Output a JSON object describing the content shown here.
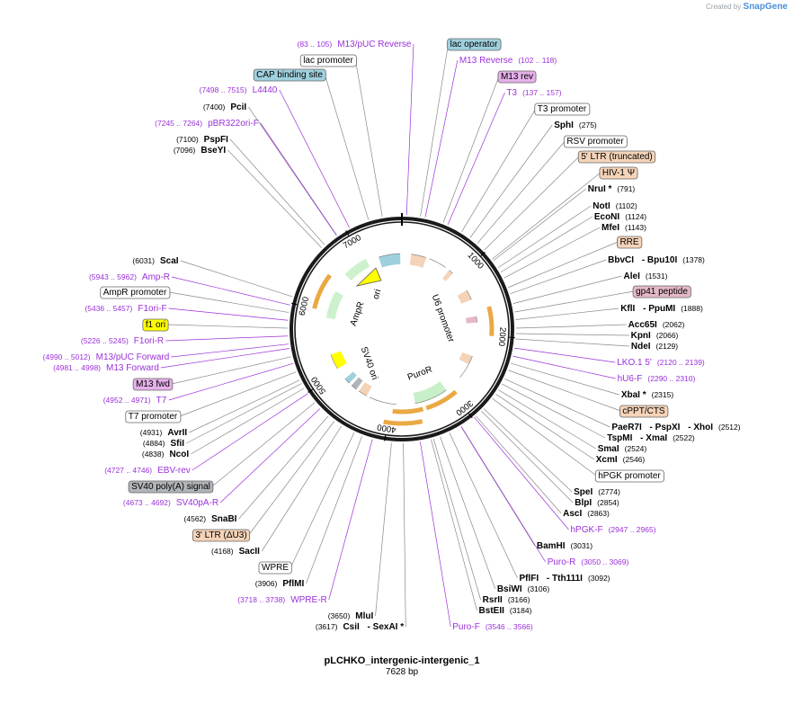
{
  "credit": {
    "prefix": "Created by",
    "brand": "SnapGene"
  },
  "plasmid": {
    "name": "pLCHKO_intergenic-intergenic_1",
    "length_label": "7628 bp",
    "length": 7628
  },
  "colors": {
    "enzyme": "#000000",
    "primer": "#9b30d9",
    "backbone": "#1a1a1a",
    "feature_orange": "#f4d3b8",
    "feature_blue": "#9fd0dd",
    "feature_yellow": "#ffff00",
    "feature_green": "#c8f0c8",
    "feature_gray": "#b0b4b8",
    "feature_pink": "#e4b8c8",
    "feature_lilac": "#e6b0ea",
    "promoter_fill": "#ffffff",
    "orf_arrow": "#e8a030"
  },
  "ring_ticks": [
    "1000",
    "2000",
    "3000",
    "4000",
    "5000",
    "6000",
    "7000"
  ],
  "inner_labels": [
    "U6 promoter",
    "PuroR",
    "SV40 ori",
    "AmpR",
    "ori"
  ],
  "labels": [
    {
      "parts": [
        {
          "t": "(83 .. 105)",
          "k": "rpr"
        },
        {
          "t": "M13/pUC Reverse",
          "k": "pr"
        }
      ]
    },
    {
      "parts": [
        {
          "t": "lac operator",
          "k": "box",
          "c": "feature_blue"
        }
      ]
    },
    {
      "parts": [
        {
          "t": "lac promoter",
          "k": "box",
          "c": "promoter_fill"
        }
      ]
    },
    {
      "parts": [
        {
          "t": "M13 Reverse",
          "k": "pr"
        },
        {
          "t": "(102 .. 118)",
          "k": "rpr"
        }
      ]
    },
    {
      "parts": [
        {
          "t": "CAP binding site",
          "k": "box",
          "c": "feature_blue"
        }
      ]
    },
    {
      "parts": [
        {
          "t": "M13 rev",
          "k": "box",
          "c": "feature_lilac"
        }
      ]
    },
    {
      "parts": [
        {
          "t": "(7498 .. 7515)",
          "k": "rpr"
        },
        {
          "t": "L4440",
          "k": "pr"
        }
      ]
    },
    {
      "parts": [
        {
          "t": "T3",
          "k": "pr"
        },
        {
          "t": "(137 .. 157)",
          "k": "rpr"
        }
      ]
    },
    {
      "parts": [
        {
          "t": "(7400)",
          "k": "pos"
        },
        {
          "t": "PciI",
          "k": "en"
        }
      ]
    },
    {
      "parts": [
        {
          "t": "T3 promoter",
          "k": "box",
          "c": "promoter_fill"
        }
      ]
    },
    {
      "parts": [
        {
          "t": "(7245 .. 7264)",
          "k": "rpr"
        },
        {
          "t": "pBR322ori-F",
          "k": "pr"
        }
      ]
    },
    {
      "parts": [
        {
          "t": "SphI",
          "k": "en"
        },
        {
          "t": "(275)",
          "k": "pos"
        }
      ]
    },
    {
      "parts": [
        {
          "t": "(7100)",
          "k": "pos"
        },
        {
          "t": "PspFI",
          "k": "en"
        }
      ]
    },
    {
      "parts": [
        {
          "t": "RSV promoter",
          "k": "box",
          "c": "promoter_fill"
        }
      ]
    },
    {
      "parts": [
        {
          "t": "(7096)",
          "k": "pos"
        },
        {
          "t": "BseYI",
          "k": "en"
        }
      ]
    },
    {
      "parts": [
        {
          "t": "5' LTR (truncated)",
          "k": "box",
          "c": "feature_orange"
        }
      ]
    },
    {
      "parts": [
        {
          "t": "HIV-1 Ψ",
          "k": "box",
          "c": "feature_orange"
        }
      ]
    },
    {
      "parts": [
        {
          "t": "NruI *",
          "k": "en"
        },
        {
          "t": "(791)",
          "k": "pos"
        }
      ]
    },
    {
      "parts": [
        {
          "t": "NotI",
          "k": "en"
        },
        {
          "t": "(1102)",
          "k": "pos"
        }
      ]
    },
    {
      "parts": [
        {
          "t": "EcoNI",
          "k": "en"
        },
        {
          "t": "(1124)",
          "k": "pos"
        }
      ]
    },
    {
      "parts": [
        {
          "t": "MfeI",
          "k": "en"
        },
        {
          "t": "(1143)",
          "k": "pos"
        }
      ]
    },
    {
      "parts": [
        {
          "t": "RRE",
          "k": "box",
          "c": "feature_orange"
        }
      ]
    },
    {
      "parts": [
        {
          "t": "(6031)",
          "k": "pos"
        },
        {
          "t": "ScaI",
          "k": "en"
        }
      ]
    },
    {
      "parts": [
        {
          "t": "BbvCI",
          "k": "en"
        },
        {
          "t": " - Bpu10I",
          "k": "en"
        },
        {
          "t": "(1378)",
          "k": "pos"
        }
      ]
    },
    {
      "parts": [
        {
          "t": "(5943 .. 5962)",
          "k": "rpr"
        },
        {
          "t": "Amp-R",
          "k": "pr"
        }
      ]
    },
    {
      "parts": [
        {
          "t": "AleI",
          "k": "en"
        },
        {
          "t": "(1531)",
          "k": "pos"
        }
      ]
    },
    {
      "parts": [
        {
          "t": "AmpR promoter",
          "k": "box",
          "c": "promoter_fill"
        }
      ]
    },
    {
      "parts": [
        {
          "t": "gp41 peptide",
          "k": "box",
          "c": "feature_pink"
        }
      ]
    },
    {
      "parts": [
        {
          "t": "(5436 .. 5457)",
          "k": "rpr"
        },
        {
          "t": "F1ori-F",
          "k": "pr"
        }
      ]
    },
    {
      "parts": [
        {
          "t": "KflI",
          "k": "en"
        },
        {
          "t": " - PpuMI",
          "k": "en"
        },
        {
          "t": "(1888)",
          "k": "pos"
        }
      ]
    },
    {
      "parts": [
        {
          "t": "f1 ori",
          "k": "box",
          "c": "feature_yellow"
        }
      ]
    },
    {
      "parts": [
        {
          "t": "Acc65I",
          "k": "en"
        },
        {
          "t": "(2062)",
          "k": "pos"
        }
      ]
    },
    {
      "parts": [
        {
          "t": "KpnI",
          "k": "en"
        },
        {
          "t": "(2066)",
          "k": "pos"
        }
      ]
    },
    {
      "parts": [
        {
          "t": "(5226 .. 5245)",
          "k": "rpr"
        },
        {
          "t": "F1ori-R",
          "k": "pr"
        }
      ]
    },
    {
      "parts": [
        {
          "t": "NdeI",
          "k": "en"
        },
        {
          "t": "(2129)",
          "k": "pos"
        }
      ]
    },
    {
      "parts": [
        {
          "t": "(4990 .. 5012)",
          "k": "rpr"
        },
        {
          "t": "M13/pUC Forward",
          "k": "pr"
        }
      ]
    },
    {
      "parts": [
        {
          "t": "LKO.1 5'",
          "k": "pr"
        },
        {
          "t": "(2120 .. 2139)",
          "k": "rpr"
        }
      ]
    },
    {
      "parts": [
        {
          "t": "(4981 .. 4998)",
          "k": "rpr"
        },
        {
          "t": "M13 Forward",
          "k": "pr"
        }
      ]
    },
    {
      "parts": [
        {
          "t": "hU6-F",
          "k": "pr"
        },
        {
          "t": "(2290 .. 2310)",
          "k": "rpr"
        }
      ]
    },
    {
      "parts": [
        {
          "t": "M13 fwd",
          "k": "box",
          "c": "feature_lilac"
        }
      ]
    },
    {
      "parts": [
        {
          "t": "XbaI *",
          "k": "en"
        },
        {
          "t": "(2315)",
          "k": "pos"
        }
      ]
    },
    {
      "parts": [
        {
          "t": "(4952 .. 4971)",
          "k": "rpr"
        },
        {
          "t": "T7",
          "k": "pr"
        }
      ]
    },
    {
      "parts": [
        {
          "t": "cPPT/CTS",
          "k": "box",
          "c": "feature_orange"
        }
      ]
    },
    {
      "parts": [
        {
          "t": "T7 promoter",
          "k": "box",
          "c": "promoter_fill"
        }
      ]
    },
    {
      "parts": [
        {
          "t": "PaeR7I",
          "k": "en"
        },
        {
          "t": " - PspXI",
          "k": "en"
        },
        {
          "t": " - XhoI",
          "k": "en"
        },
        {
          "t": "(2512)",
          "k": "pos"
        }
      ]
    },
    {
      "parts": [
        {
          "t": "(4931)",
          "k": "pos"
        },
        {
          "t": "AvrII",
          "k": "en"
        }
      ]
    },
    {
      "parts": [
        {
          "t": "TspMI",
          "k": "en"
        },
        {
          "t": " - XmaI",
          "k": "en"
        },
        {
          "t": "(2522)",
          "k": "pos"
        }
      ]
    },
    {
      "parts": [
        {
          "t": "(4884)",
          "k": "pos"
        },
        {
          "t": "SfiI",
          "k": "en"
        }
      ]
    },
    {
      "parts": [
        {
          "t": "SmaI",
          "k": "en"
        },
        {
          "t": "(2524)",
          "k": "pos"
        }
      ]
    },
    {
      "parts": [
        {
          "t": "(4838)",
          "k": "pos"
        },
        {
          "t": "NcoI",
          "k": "en"
        }
      ]
    },
    {
      "parts": [
        {
          "t": "XcmI",
          "k": "en"
        },
        {
          "t": "(2546)",
          "k": "pos"
        }
      ]
    },
    {
      "parts": [
        {
          "t": "(4727 .. 4746)",
          "k": "rpr"
        },
        {
          "t": "EBV-rev",
          "k": "pr"
        }
      ]
    },
    {
      "parts": [
        {
          "t": "hPGK promoter",
          "k": "box",
          "c": "promoter_fill"
        }
      ]
    },
    {
      "parts": [
        {
          "t": "SV40 poly(A) signal",
          "k": "box",
          "c": "feature_gray"
        }
      ]
    },
    {
      "parts": [
        {
          "t": "SpeI",
          "k": "en"
        },
        {
          "t": "(2774)",
          "k": "pos"
        }
      ]
    },
    {
      "parts": [
        {
          "t": "(4673 .. 4692)",
          "k": "rpr"
        },
        {
          "t": "SV40pA-R",
          "k": "pr"
        }
      ]
    },
    {
      "parts": [
        {
          "t": "BlpI",
          "k": "en"
        },
        {
          "t": "(2854)",
          "k": "pos"
        }
      ]
    },
    {
      "parts": [
        {
          "t": "(4562)",
          "k": "pos"
        },
        {
          "t": "SnaBI",
          "k": "en"
        }
      ]
    },
    {
      "parts": [
        {
          "t": "AscI",
          "k": "en"
        },
        {
          "t": "(2863)",
          "k": "pos"
        }
      ]
    },
    {
      "parts": [
        {
          "t": "hPGK-F",
          "k": "pr"
        },
        {
          "t": "(2947 .. 2965)",
          "k": "rpr"
        }
      ]
    },
    {
      "parts": [
        {
          "t": "3' LTR (ΔU3)",
          "k": "box",
          "c": "feature_orange"
        }
      ]
    },
    {
      "parts": [
        {
          "t": "BamHI",
          "k": "en"
        },
        {
          "t": "(3031)",
          "k": "pos"
        }
      ]
    },
    {
      "parts": [
        {
          "t": "(4168)",
          "k": "pos"
        },
        {
          "t": "SacII",
          "k": "en"
        }
      ]
    },
    {
      "parts": [
        {
          "t": "Puro-R",
          "k": "pr"
        },
        {
          "t": "(3050 .. 3069)",
          "k": "rpr"
        }
      ]
    },
    {
      "parts": [
        {
          "t": "WPRE",
          "k": "box",
          "c": "promoter_fill"
        }
      ]
    },
    {
      "parts": [
        {
          "t": "PflFI",
          "k": "en"
        },
        {
          "t": " - Tth111I",
          "k": "en"
        },
        {
          "t": "(3092)",
          "k": "pos"
        }
      ]
    },
    {
      "parts": [
        {
          "t": "(3906)",
          "k": "pos"
        },
        {
          "t": "PflMI",
          "k": "en"
        }
      ]
    },
    {
      "parts": [
        {
          "t": "BsiWI",
          "k": "en"
        },
        {
          "t": "(3106)",
          "k": "pos"
        }
      ]
    },
    {
      "parts": [
        {
          "t": "RsrII",
          "k": "en"
        },
        {
          "t": "(3166)",
          "k": "pos"
        }
      ]
    },
    {
      "parts": [
        {
          "t": "(3718 .. 3738)",
          "k": "rpr"
        },
        {
          "t": "WPRE-R",
          "k": "pr"
        }
      ]
    },
    {
      "parts": [
        {
          "t": "BstEII",
          "k": "en"
        },
        {
          "t": "(3184)",
          "k": "pos"
        }
      ]
    },
    {
      "parts": [
        {
          "t": "(3650)",
          "k": "pos"
        },
        {
          "t": "MluI",
          "k": "en"
        }
      ]
    },
    {
      "parts": [
        {
          "t": "(3617)",
          "k": "pos"
        },
        {
          "t": "CsiI",
          "k": "en"
        },
        {
          "t": " - SexAI *",
          "k": "en"
        }
      ]
    },
    {
      "parts": [
        {
          "t": "Puro-F",
          "k": "pr"
        },
        {
          "t": "(3546 .. 3566)",
          "k": "rpr"
        }
      ]
    }
  ]
}
